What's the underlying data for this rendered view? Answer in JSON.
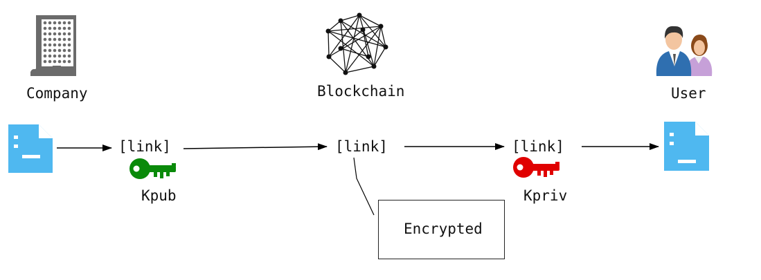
{
  "actors": {
    "company": "Company",
    "blockchain": "Blockchain",
    "user": "User"
  },
  "links": {
    "first": "[link]",
    "second": "[link]",
    "third": "[link]"
  },
  "keys": {
    "public": {
      "label": "Kpub",
      "color": "#0a8a0a"
    },
    "private": {
      "label": "Kpriv",
      "color": "#e00000"
    }
  },
  "note": "Encrypted",
  "colors": {
    "document": "#4fb8f0",
    "building": "#6b6b6b",
    "line": "#000000"
  },
  "icons": [
    "building-icon",
    "network-icon",
    "users-icon",
    "document-icon",
    "key-icon"
  ]
}
